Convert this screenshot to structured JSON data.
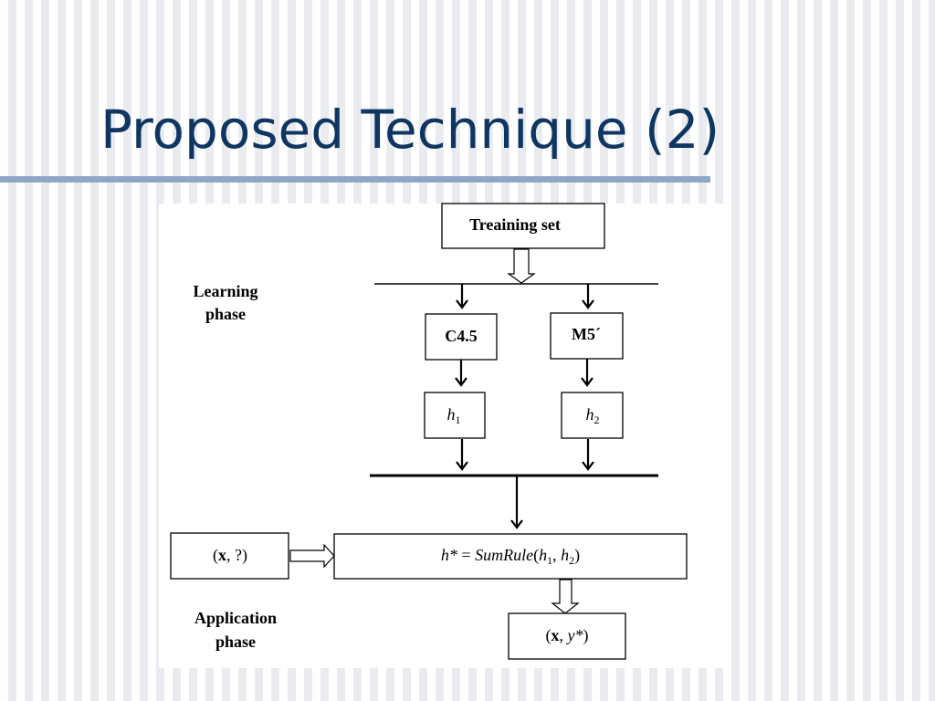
{
  "slide": {
    "title": "Proposed Technique (2)",
    "colors": {
      "title": "#0f3562",
      "rule": "#8ea7c6",
      "stripe_light": "#ffffff",
      "stripe_dark": "#e9ebef"
    }
  },
  "diagram": {
    "phases": {
      "learning_line1": "Learning",
      "learning_line2": "phase",
      "application_line1": "Application",
      "application_line2": "phase"
    },
    "nodes": {
      "training_set": "Treaining set",
      "c45": "C4.5",
      "m5": "M5´",
      "h1_base": "h",
      "h1_sub": "1",
      "h2_base": "h",
      "h2_sub": "2",
      "input": {
        "open": "(",
        "var": "x",
        "rest": ", ?)"
      },
      "combiner": {
        "lhs": "h*",
        "eq": " = ",
        "func": "SumRule",
        "open": "(",
        "h1_base": "h",
        "h1_sub": "1",
        "sep": ", ",
        "h2_base": "h",
        "h2_sub": "2",
        "close": ")"
      },
      "output": {
        "open": "(",
        "var": "x",
        "sep": ", ",
        "result": "y*",
        "close": ")"
      }
    }
  }
}
